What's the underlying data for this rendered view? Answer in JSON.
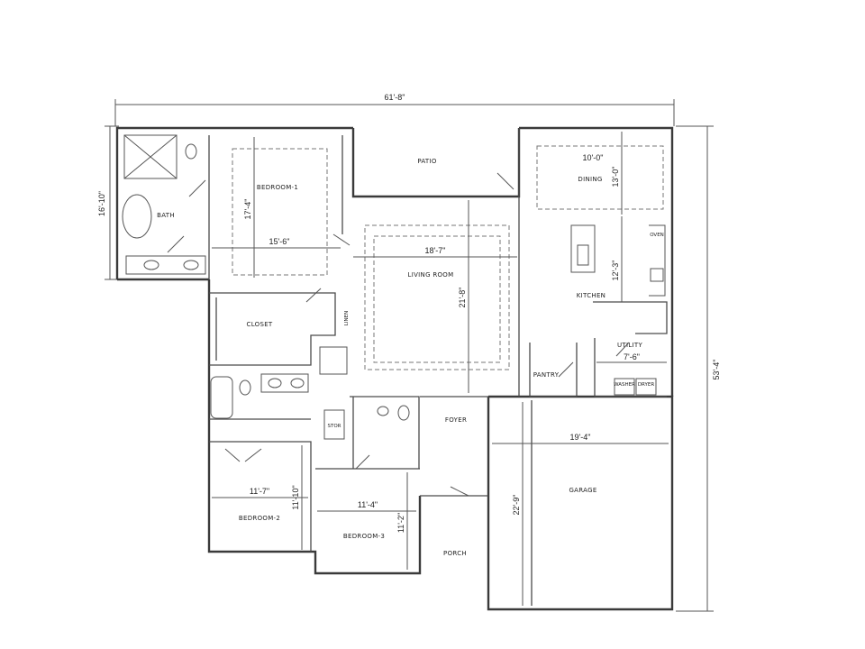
{
  "dimensions": {
    "overall_width": "61'-8\"",
    "overall_depth": "53'-4\"",
    "left_wing": "16'-10\"",
    "bedroom1_w": "15'-6\"",
    "bedroom1_d": "17'-4\"",
    "living_w": "18'-7\"",
    "living_d": "21'-8\"",
    "dining_w": "10'-0\"",
    "dining_d": "13'-0\"",
    "kitchen_d": "12'-3\"",
    "utility_w": "7'-6\"",
    "garage_w": "19'-4\"",
    "garage_d": "22'-9\"",
    "bedroom2_w": "11'-7\"",
    "bedroom2_d": "11'-10\"",
    "bedroom3_w": "11'-4\"",
    "bedroom3_d": "11'-2\""
  },
  "rooms": {
    "bath": "BATH",
    "bedroom1": "BEDROOM-1",
    "patio": "PATIO",
    "dining": "DINING",
    "living": "LIVING ROOM",
    "kitchen": "KITCHEN",
    "closet": "CLOSET",
    "utility": "UTILITY",
    "pantry": "PANTRY",
    "foyer": "FOYER",
    "garage": "GARAGE",
    "bedroom2": "BEDROOM-2",
    "bedroom3": "BEDROOM-3",
    "porch": "PORCH"
  },
  "fixtures": {
    "oven": "OVEN",
    "washer": "WASHER",
    "dryer": "DRYER",
    "stor": "STOR",
    "linen": "LINEN"
  }
}
